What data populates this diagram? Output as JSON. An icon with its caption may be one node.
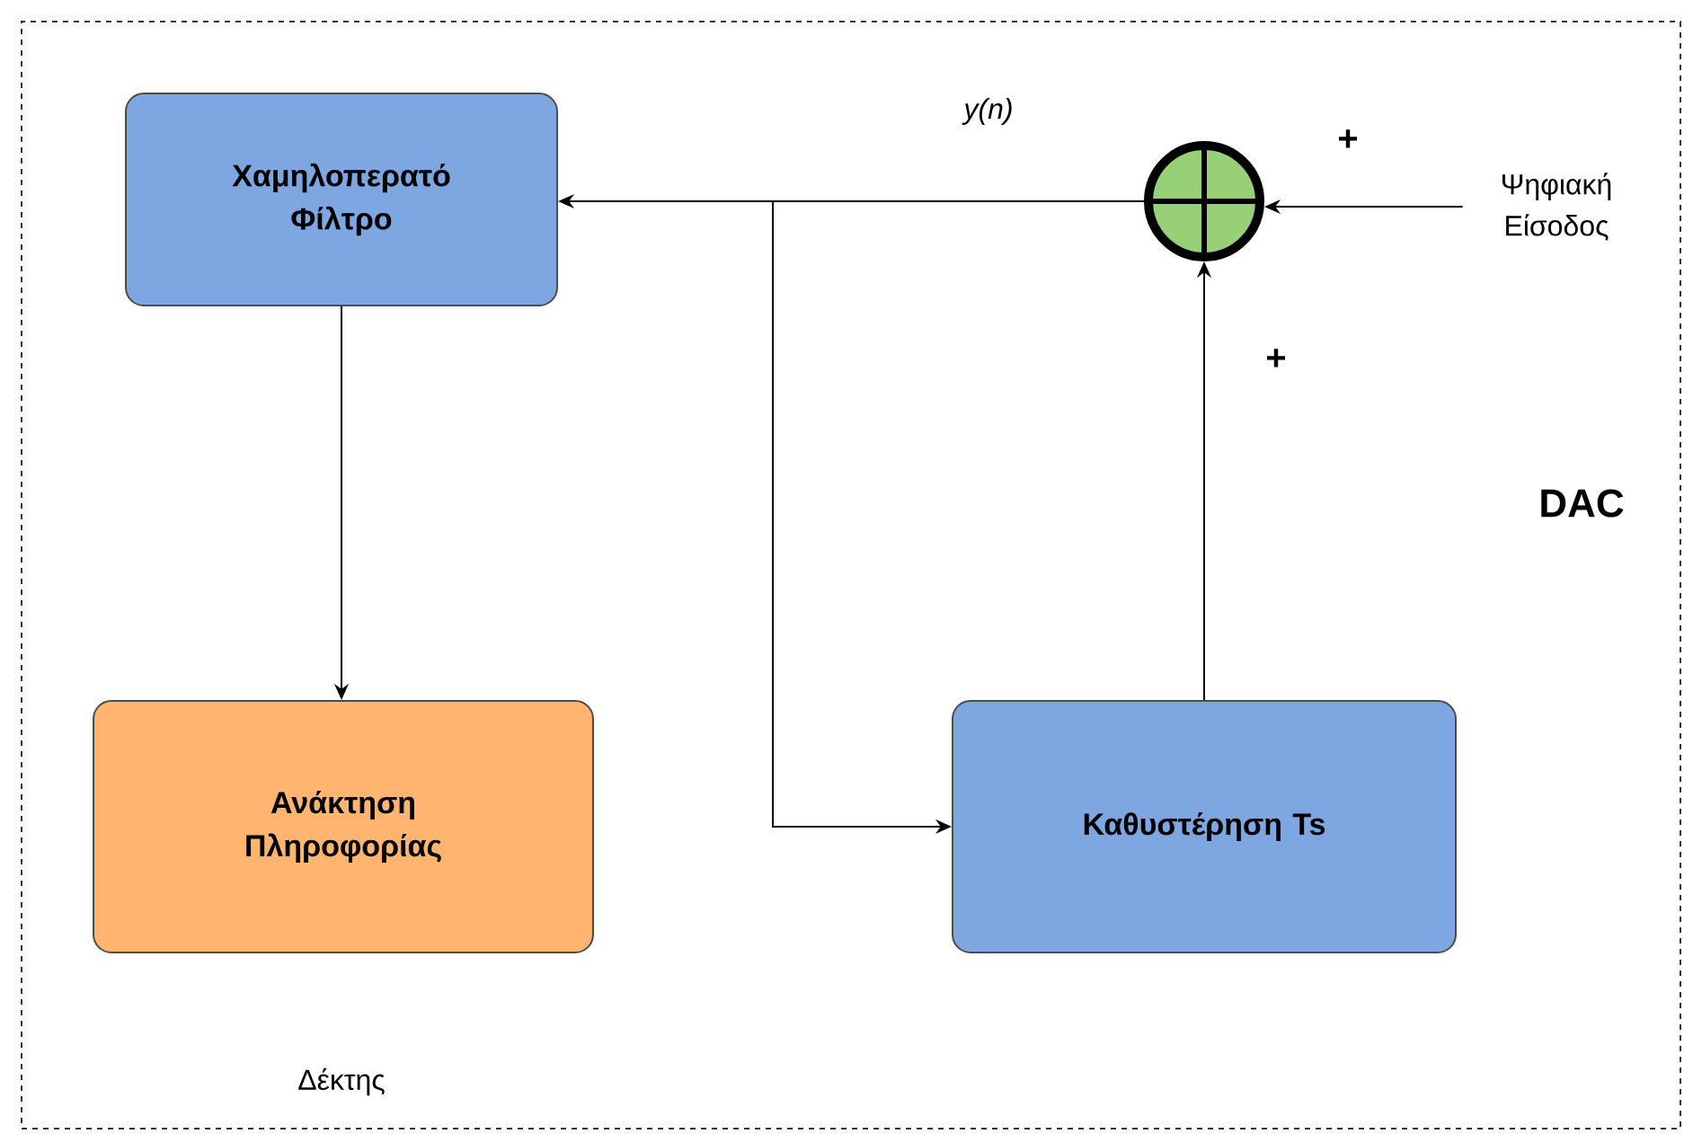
{
  "diagram": {
    "nodes": [
      {
        "text": [
          "Δέκτης"
        ]
      },
      {
        "text": [
          "Χαμηλοπερατό Φίλτρο"
        ],
        "in": 0
      },
      {
        "text": [
          "Ανάκτηση Πληροφορίας"
        ],
        "in": 0
      },
      {
        "text": [
          "Καθυστέρηση Ts"
        ],
        "in": 0
      },
      {
        "text": [],
        "shape": "circle",
        "in": 0
      },
      {
        "text": [
          "Ψηφιακή Είσοδος"
        ],
        "in": 0
      }
    ],
    "edges": [
      {
        "from": 4,
        "to": 1,
        "arrow": "to",
        "label": "y(n)"
      },
      {
        "from": 4,
        "to": 3,
        "arrow": "to"
      },
      {
        "from": 1,
        "to": 2,
        "arrow": "to"
      },
      {
        "from": 3,
        "to": 4,
        "arrow": "to",
        "label": "+"
      },
      {
        "from": 5,
        "to": 4,
        "arrow": "to",
        "label": "+"
      }
    ],
    "labels": [
      "DAC"
    ]
  }
}
